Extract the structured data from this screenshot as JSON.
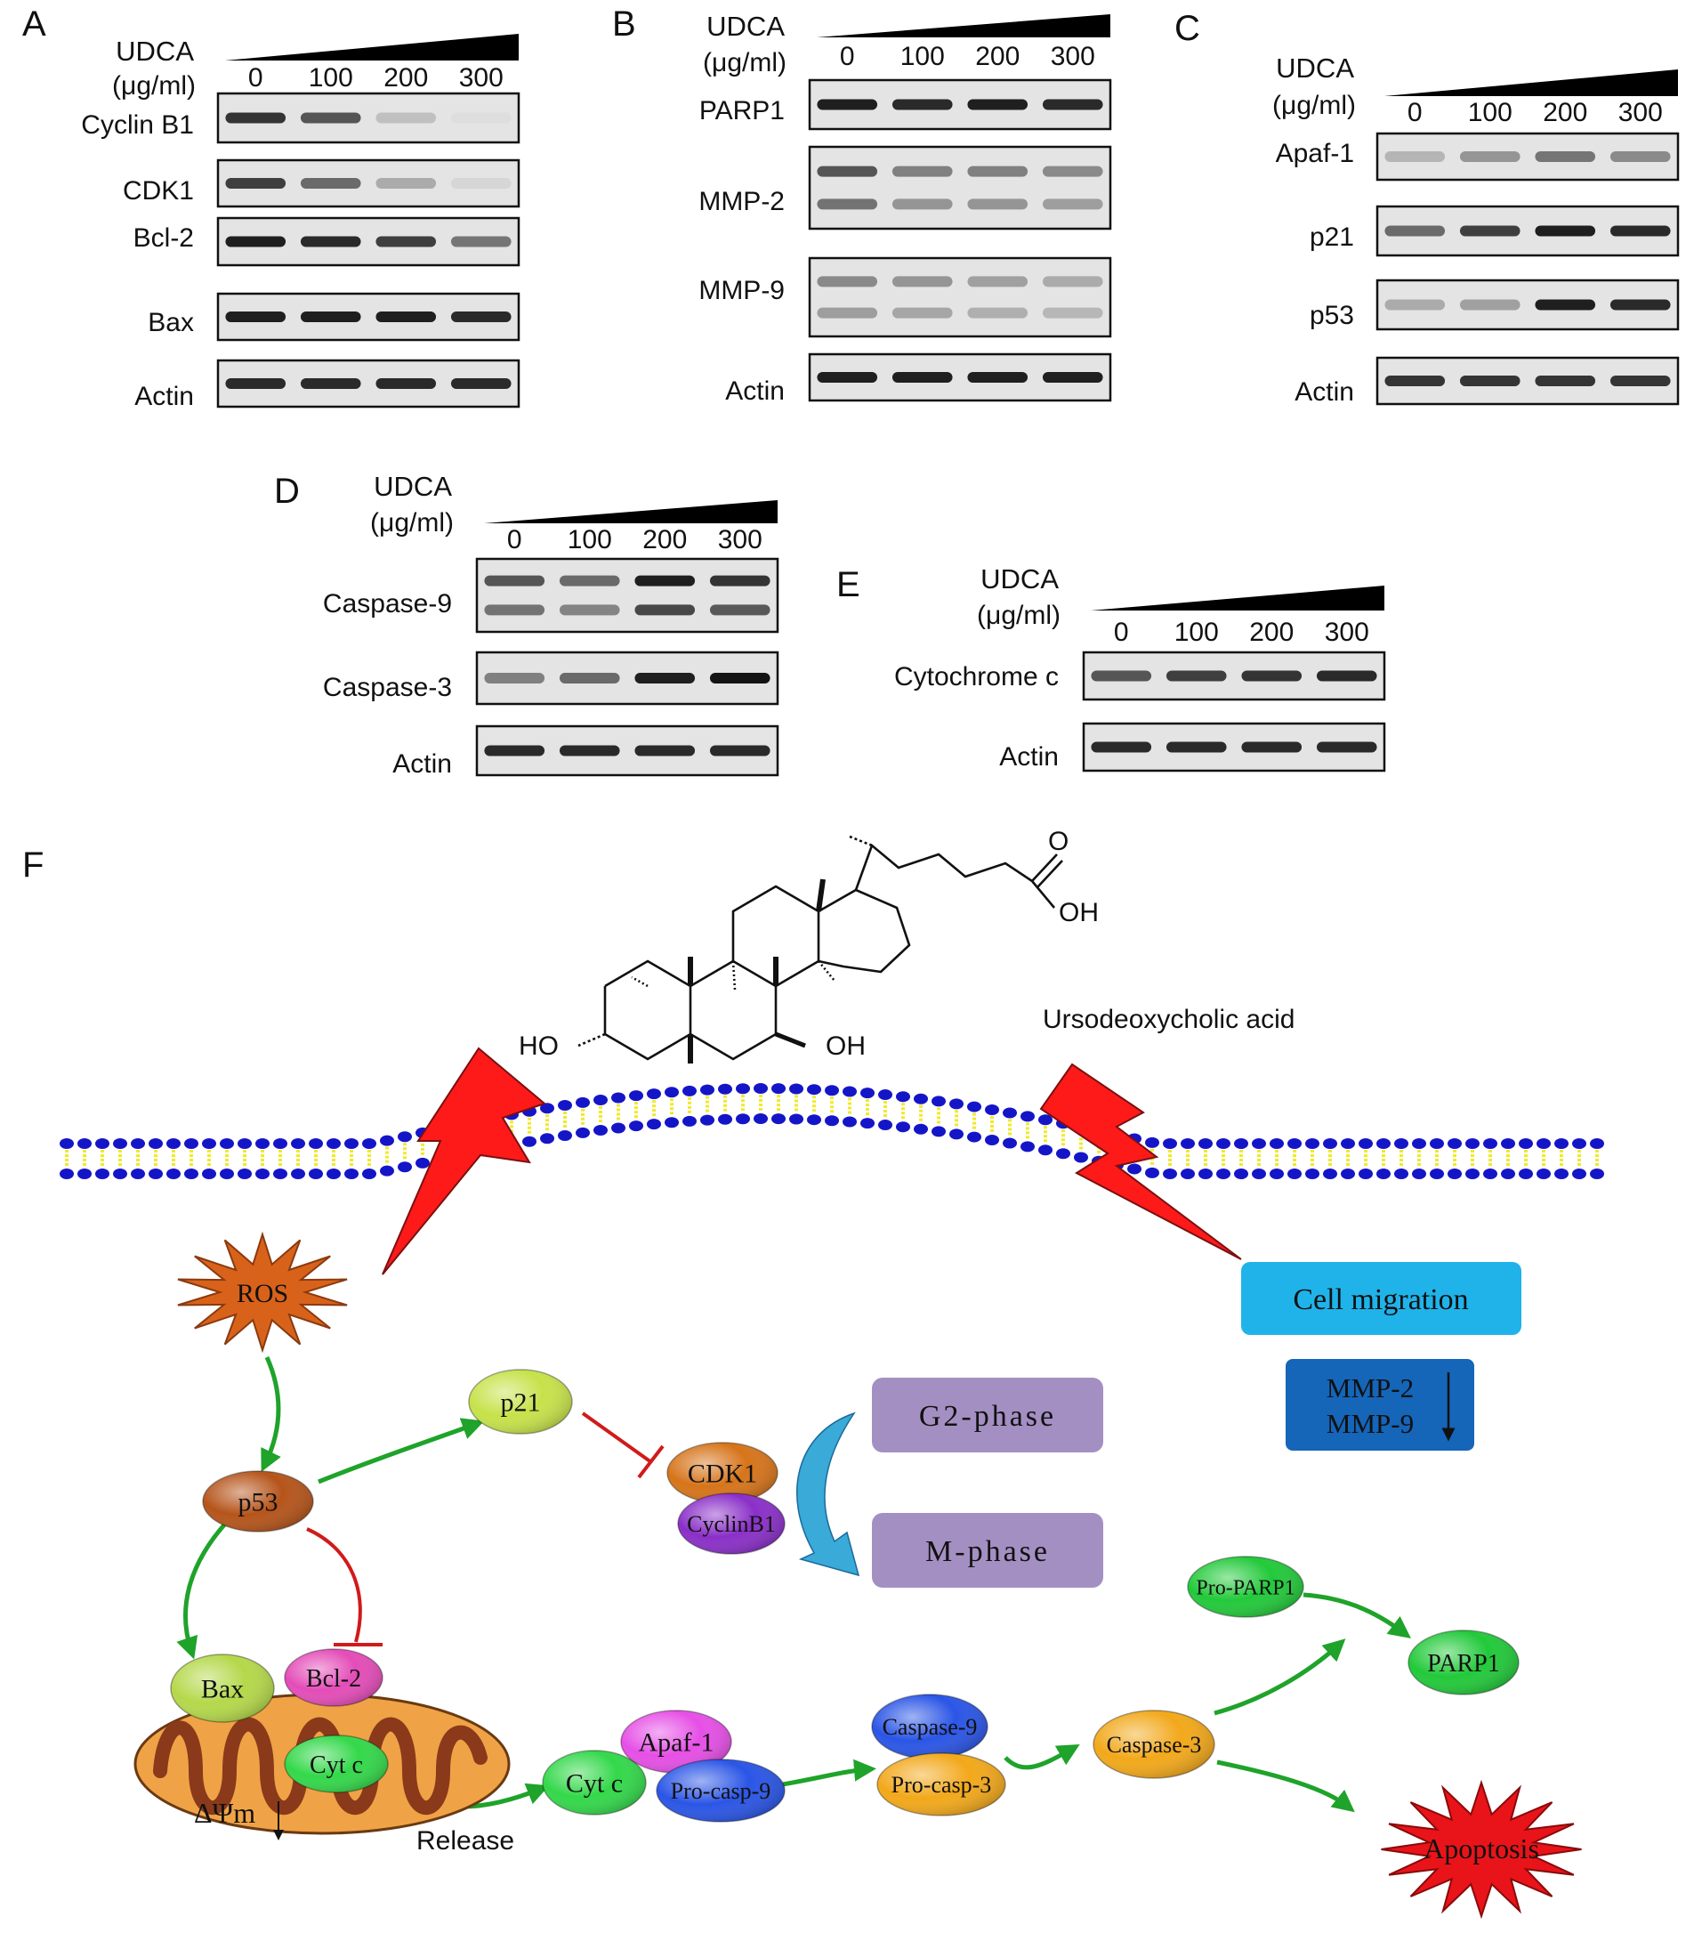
{
  "panel_letters": [
    "A",
    "B",
    "C",
    "D",
    "E",
    "F"
  ],
  "treatment": {
    "name": "UDCA",
    "unit": "(μg/ml)",
    "doses": [
      "0",
      "100",
      "200",
      "300"
    ]
  },
  "western_panels": [
    {
      "id": "A",
      "blots": [
        {
          "label": "Cyclin B1",
          "bands": [
            0.85,
            0.7,
            0.2,
            0.06
          ],
          "band_count": 1
        },
        {
          "label": "CDK1",
          "bands": [
            0.8,
            0.6,
            0.3,
            0.1
          ],
          "band_count": 1
        },
        {
          "label": "Bcl-2",
          "bands": [
            0.95,
            0.9,
            0.8,
            0.55
          ],
          "band_count": 1
        },
        {
          "label": "Bax",
          "bands": [
            0.95,
            0.95,
            0.95,
            0.9
          ],
          "band_count": 1
        },
        {
          "label": "Actin",
          "bands": [
            0.9,
            0.9,
            0.9,
            0.9
          ],
          "band_count": 1
        }
      ]
    },
    {
      "id": "B",
      "blots": [
        {
          "label": "PARP1",
          "bands": [
            0.95,
            0.9,
            0.95,
            0.9
          ],
          "band_count": 1
        },
        {
          "label": "MMP-2",
          "bands": [
            0.7,
            0.5,
            0.5,
            0.45
          ],
          "band_count": 2
        },
        {
          "label": "MMP-9",
          "bands": [
            0.45,
            0.4,
            0.35,
            0.3
          ],
          "band_count": 2
        },
        {
          "label": "Actin",
          "bands": [
            0.95,
            0.95,
            0.95,
            0.95
          ],
          "band_count": 1
        }
      ]
    },
    {
      "id": "C",
      "blots": [
        {
          "label": "Apaf-1",
          "bands": [
            0.25,
            0.4,
            0.55,
            0.45
          ],
          "band_count": 1
        },
        {
          "label": "p21",
          "bands": [
            0.6,
            0.8,
            0.95,
            0.9
          ],
          "band_count": 1
        },
        {
          "label": "p53",
          "bands": [
            0.3,
            0.35,
            0.95,
            0.9
          ],
          "band_count": 1
        },
        {
          "label": "Actin",
          "bands": [
            0.85,
            0.85,
            0.85,
            0.85
          ],
          "band_count": 1
        }
      ]
    },
    {
      "id": "D",
      "blots": [
        {
          "label": "Caspase-9",
          "bands": [
            0.7,
            0.6,
            0.95,
            0.85
          ],
          "band_count": 2
        },
        {
          "label": "Caspase-3",
          "bands": [
            0.5,
            0.6,
            0.95,
            1.0
          ],
          "band_count": 1
        },
        {
          "label": "Actin",
          "bands": [
            0.9,
            0.9,
            0.9,
            0.9
          ],
          "band_count": 1
        }
      ]
    },
    {
      "id": "E",
      "blots": [
        {
          "label": "Cytochrome c",
          "bands": [
            0.7,
            0.8,
            0.85,
            0.9
          ],
          "band_count": 1
        },
        {
          "label": "Actin",
          "bands": [
            0.9,
            0.9,
            0.9,
            0.9
          ],
          "band_count": 1
        }
      ]
    }
  ],
  "pathway": {
    "compound_name": "Ursodeoxycholic acid",
    "atoms": {
      "o": "O",
      "oh_acid": "OH",
      "ho": "HO",
      "oh": "OH"
    },
    "ros": "ROS",
    "cell_migration": "Cell migration",
    "mmp_down": [
      "MMP-2",
      "MMP-9"
    ],
    "p21": "p21",
    "p53": "p53",
    "cdk1": "CDK1",
    "cyclinb1": "CyclinB1",
    "g2_phase": "G2-phase",
    "m_phase": "M-phase",
    "bax": "Bax",
    "bcl2": "Bcl-2",
    "cytc_mito": "Cyt c",
    "delta_psi": "ΔΨm",
    "release": "Release",
    "cytc": "Cyt c",
    "apaf1": "Apaf-1",
    "procasp9": "Pro-casp-9",
    "caspase9": "Caspase-9",
    "procasp3": "Pro-casp-3",
    "caspase3": "Caspase-3",
    "proparp1": "Pro-PARP1",
    "parp1": "PARP1",
    "apoptosis": "Apoptosis"
  },
  "colors": {
    "membrane_head": "#1515c8",
    "membrane_tail": "#f2e92a",
    "lightning": "#ff1a1a",
    "ros": "#d9621a",
    "cell_migration": "#1fb3ea",
    "mmp_box": "#1565b8",
    "phase_box": "#a48fc3",
    "arrow_green": "#1fa32a",
    "inhibit_red": "#d11a1a",
    "p21": "#c6e24a",
    "p53": "#b5541a",
    "cdk1": "#d6741a",
    "cyclinb1": "#8a2fc8",
    "bax": "#b4d84a",
    "bcl2": "#e44cb8",
    "cytc": "#33d84a",
    "apaf1": "#e64fe6",
    "procasp9": "#2a55e6",
    "caspase9": "#2a55e6",
    "procasp3": "#f2a81a",
    "caspase3": "#f2a81a",
    "parp": "#22c93a",
    "apoptosis": "#e8141a",
    "mito_outer": "#f0a346",
    "mito_crista": "#8a3a1a"
  },
  "icons": [
    "lightning-bolt-icon",
    "down-arrow-icon",
    "g2m-transition-arrow-icon",
    "ros-burst-icon",
    "apoptosis-burst-icon"
  ]
}
